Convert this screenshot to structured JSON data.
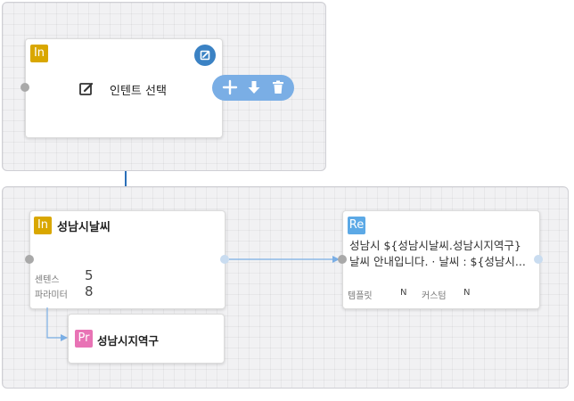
{
  "top_node": {
    "badge": "In",
    "label": "인텐트 선택",
    "icons": {
      "edit_label": "edit-icon",
      "edit_badge": "edit-square-icon"
    }
  },
  "toolbar": {
    "buttons": [
      {
        "icon": "plus-icon"
      },
      {
        "icon": "download-icon"
      },
      {
        "icon": "trash-icon"
      }
    ]
  },
  "intent_node": {
    "badge": "In",
    "title": "성남시날씨",
    "sentence_label": "센텐스",
    "sentence_count": "5",
    "param_label": "파라미터",
    "param_count": "8"
  },
  "response_node": {
    "badge": "Re",
    "line1": "성남시 ${성남시날씨.성남시지역구}",
    "line2": "날씨 안내입니다. · 날씨 : ${성남시...",
    "template_label": "템플릿",
    "template_value": "N",
    "custom_label": "커스텀",
    "custom_value": "N"
  },
  "param_node": {
    "badge": "Pr",
    "title": "성남시지역구"
  },
  "colors": {
    "intent_badge": "#d9a700",
    "response_badge": "#5ca9e6",
    "param_badge": "#e873b5",
    "accent": "#3b82c4",
    "toolbar": "#7aaee5"
  }
}
